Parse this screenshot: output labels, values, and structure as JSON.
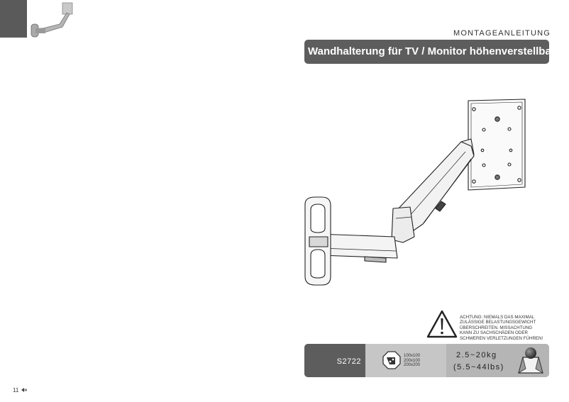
{
  "header": {
    "doc_type": "MONTAGEANLEITUNG",
    "title": "Wandhalterung für TV / Monitor höhenverstellbar"
  },
  "product": {
    "image_icon": "wall-mount-arm-illustration",
    "thumbnail_icon": "wall-mount-arm-thumbnail"
  },
  "warning": {
    "icon": "warning-triangle-icon",
    "lines": [
      "ACHTUNG: NIEMALS DAS MAXIMAL",
      "ZULÄSSIGE BELASTUNGSGEWICHT",
      "ÜBERSCHREITEN. MISSACHTUNG",
      "KANN ZU SACHSCHÄDEN ODER",
      "SCHWEREN VERLETZUNGEN FÜHREN!"
    ]
  },
  "specs": {
    "model": "S2722",
    "vesa": [
      "100x100",
      "200x100",
      "200x200"
    ],
    "load_kg": "2.5~20kg",
    "load_lbs": "(5.5~44lbs)",
    "colors": {
      "dark": "#5d5d5d",
      "mid": "#c6c6c6",
      "light": "#b5b5b5"
    }
  },
  "footer": {
    "page_number": "11"
  }
}
